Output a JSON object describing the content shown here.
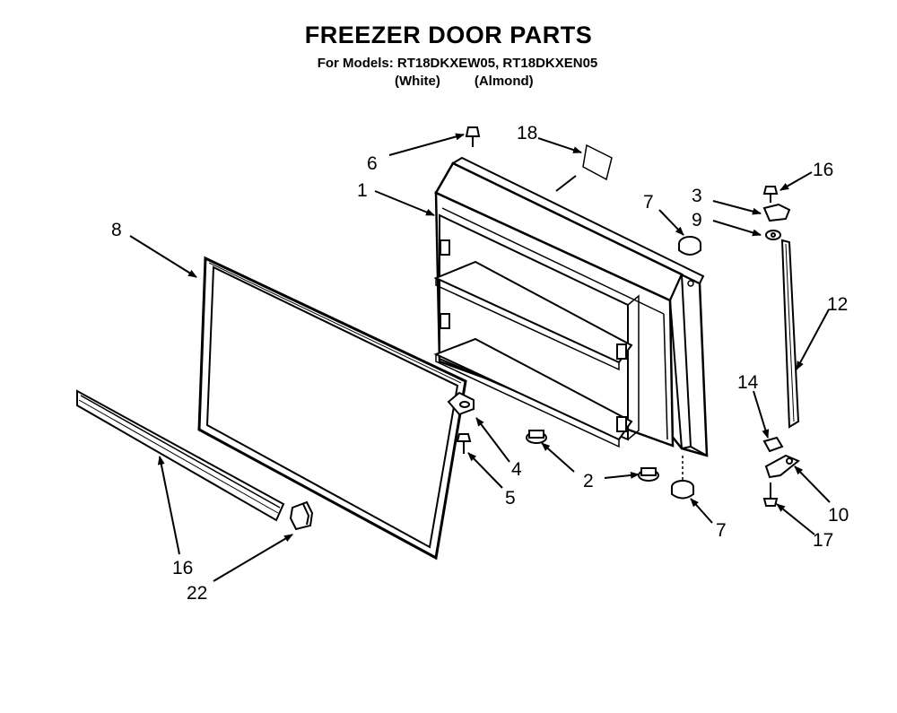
{
  "header": {
    "title": "FREEZER DOOR PARTS",
    "models_line": "For Models: RT18DKXEW05, RT18DKXEN05",
    "variant_white": "(White)",
    "variant_almond": "(Almond)"
  },
  "callouts": [
    {
      "id": "c1",
      "text": "1"
    },
    {
      "id": "c2",
      "text": "2"
    },
    {
      "id": "c3",
      "text": "3"
    },
    {
      "id": "c4",
      "text": "4"
    },
    {
      "id": "c5",
      "text": "5"
    },
    {
      "id": "c6",
      "text": "6"
    },
    {
      "id": "c7a",
      "text": "7"
    },
    {
      "id": "c7b",
      "text": "7"
    },
    {
      "id": "c8",
      "text": "8"
    },
    {
      "id": "c9",
      "text": "9"
    },
    {
      "id": "c10",
      "text": "10"
    },
    {
      "id": "c12",
      "text": "12"
    },
    {
      "id": "c14",
      "text": "14"
    },
    {
      "id": "c16a",
      "text": "16"
    },
    {
      "id": "c16b",
      "text": "16"
    },
    {
      "id": "c17",
      "text": "17"
    },
    {
      "id": "c18",
      "text": "18"
    },
    {
      "id": "c22",
      "text": "22"
    }
  ]
}
